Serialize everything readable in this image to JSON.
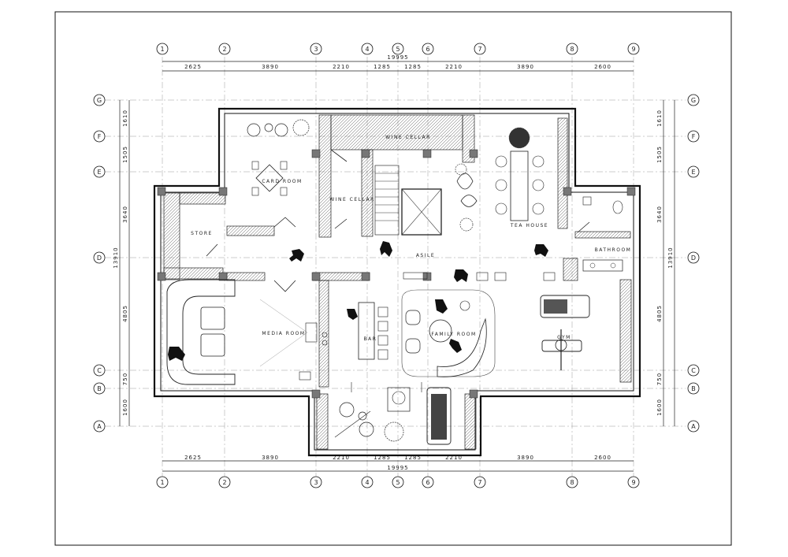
{
  "dimensions": {
    "total": "19995",
    "horizontal": [
      "2625",
      "3890",
      "2210",
      "1285",
      "1285",
      "2210",
      "3890",
      "2600"
    ],
    "vertical_total": "13910",
    "vertical": [
      "1610",
      "1505",
      "3640",
      "4805",
      "750",
      "1600"
    ]
  },
  "axes": {
    "numbers": [
      "1",
      "2",
      "3",
      "4",
      "5",
      "6",
      "7",
      "8",
      "9"
    ],
    "letters": [
      "G",
      "F",
      "E",
      "D",
      "C",
      "B",
      "A"
    ]
  },
  "rooms": {
    "card_room": "CARD ROOM",
    "wine_cellar_top": "WINE CELLAR",
    "wine_cellar_side": "WINE CELLAR",
    "tea_house": "TEA HOUSE",
    "store": "STORE",
    "asile": "ASILE",
    "bathroom": "BATHROOM",
    "media_room": "MEDIA ROOM",
    "bar": "BAR",
    "family_room": "FAMILY ROOM",
    "gym": "GYM"
  }
}
